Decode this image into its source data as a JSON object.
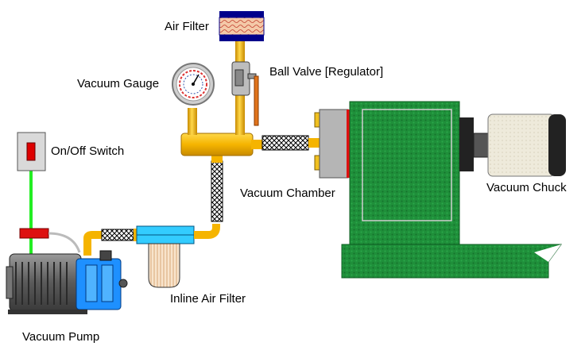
{
  "labels": {
    "air_filter": "Air Filter",
    "vacuum_gauge": "Vacuum Gauge",
    "ball_valve": "Ball Valve [Regulator]",
    "on_off_switch": "On/Off Switch",
    "vacuum_chamber": "Vacuum Chamber",
    "vacuum_chuck": "Vacuum Chuck",
    "inline_air_filter": "Inline Air Filter",
    "vacuum_pump": "Vacuum Pump"
  },
  "colors": {
    "pipe": "#f5b400",
    "pipe_dark": "#c88a00",
    "chamber_green": "#1f8f3a",
    "chamber_dark": "#0d5e22",
    "wire_green": "#22ee22",
    "pump_blue": "#1e90ff",
    "filter_blue": "#33ccff",
    "chuck_face": "#eeeadb",
    "switch_red": "#dd0000",
    "air_filter_frame": "#00008b",
    "air_filter_media": "#f4c9a8"
  },
  "icons": [
    "switch-icon",
    "pump-icon",
    "gauge-icon",
    "valve-icon",
    "filter-icon",
    "chamber-icon",
    "chuck-icon"
  ]
}
